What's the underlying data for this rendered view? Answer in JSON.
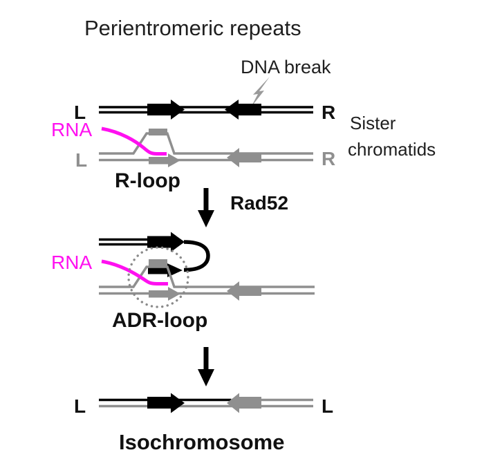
{
  "title": "Perientromeric repeats",
  "colors": {
    "black": "#000000",
    "gray": "#8f8f8f",
    "magenta": "#ff10f0",
    "text": "#1f1f1f",
    "background": "#ffffff"
  },
  "icons": {
    "dna_break": "lightning-bolt-icon"
  },
  "top_section": {
    "dna_break_label": "DNA break",
    "black_chromatid": {
      "left": "L",
      "right": "R"
    },
    "gray_chromatid": {
      "left": "L",
      "right": "R"
    },
    "rna_label": "RNA",
    "stage_label": "R-loop",
    "side_note_line1": "Sister",
    "side_note_line2": "chromatids"
  },
  "step1": {
    "label": "Rad52"
  },
  "middle_section": {
    "rna_label": "RNA",
    "stage_label": "ADR-loop"
  },
  "bottom_section": {
    "left": "L",
    "right": "L",
    "stage_label": "Isochromosome"
  }
}
